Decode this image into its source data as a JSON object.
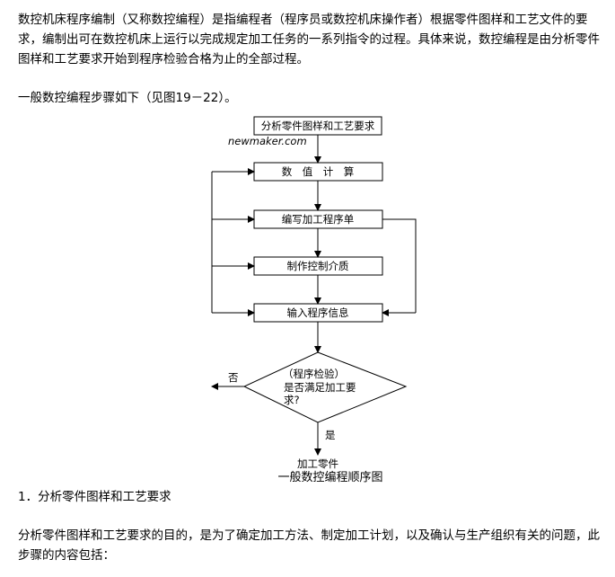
{
  "article": {
    "intro": "数控机床程序编制（又称数控编程）是指编程者（程序员或数控机床操作者）根据零件图样和工艺文件的要求，编制出可在数控机床上运行以完成规定加工任务的一系列指令的过程。具体来说，数控编程是由分析零件图样和工艺要求开始到程序检验合格为止的全部过程。",
    "steps_intro": "一般数控编程步骤如下（见图19－22）。",
    "section1_heading": "1．分析零件图样和工艺要求",
    "section1_text": "分析零件图样和工艺要求的目的，是为了确定加工方法、制定加工计划，以及确认与生产组织有关的问题，此步骤的内容包括："
  },
  "flowchart": {
    "watermark": "newmaker.com",
    "step1": "分析零件图样和工艺要求",
    "step2": "数　值　计　算",
    "step3": "编写加工程序单",
    "step4": "制作控制介质",
    "step5": "输入程序信息",
    "decision_line1": "（程序检验）",
    "decision_line2": "是否满足加工要",
    "decision_line3": "求?",
    "no_label": "否",
    "yes_label": "是",
    "end_label": "加工零件",
    "caption": "一般数控编程顺序图"
  }
}
